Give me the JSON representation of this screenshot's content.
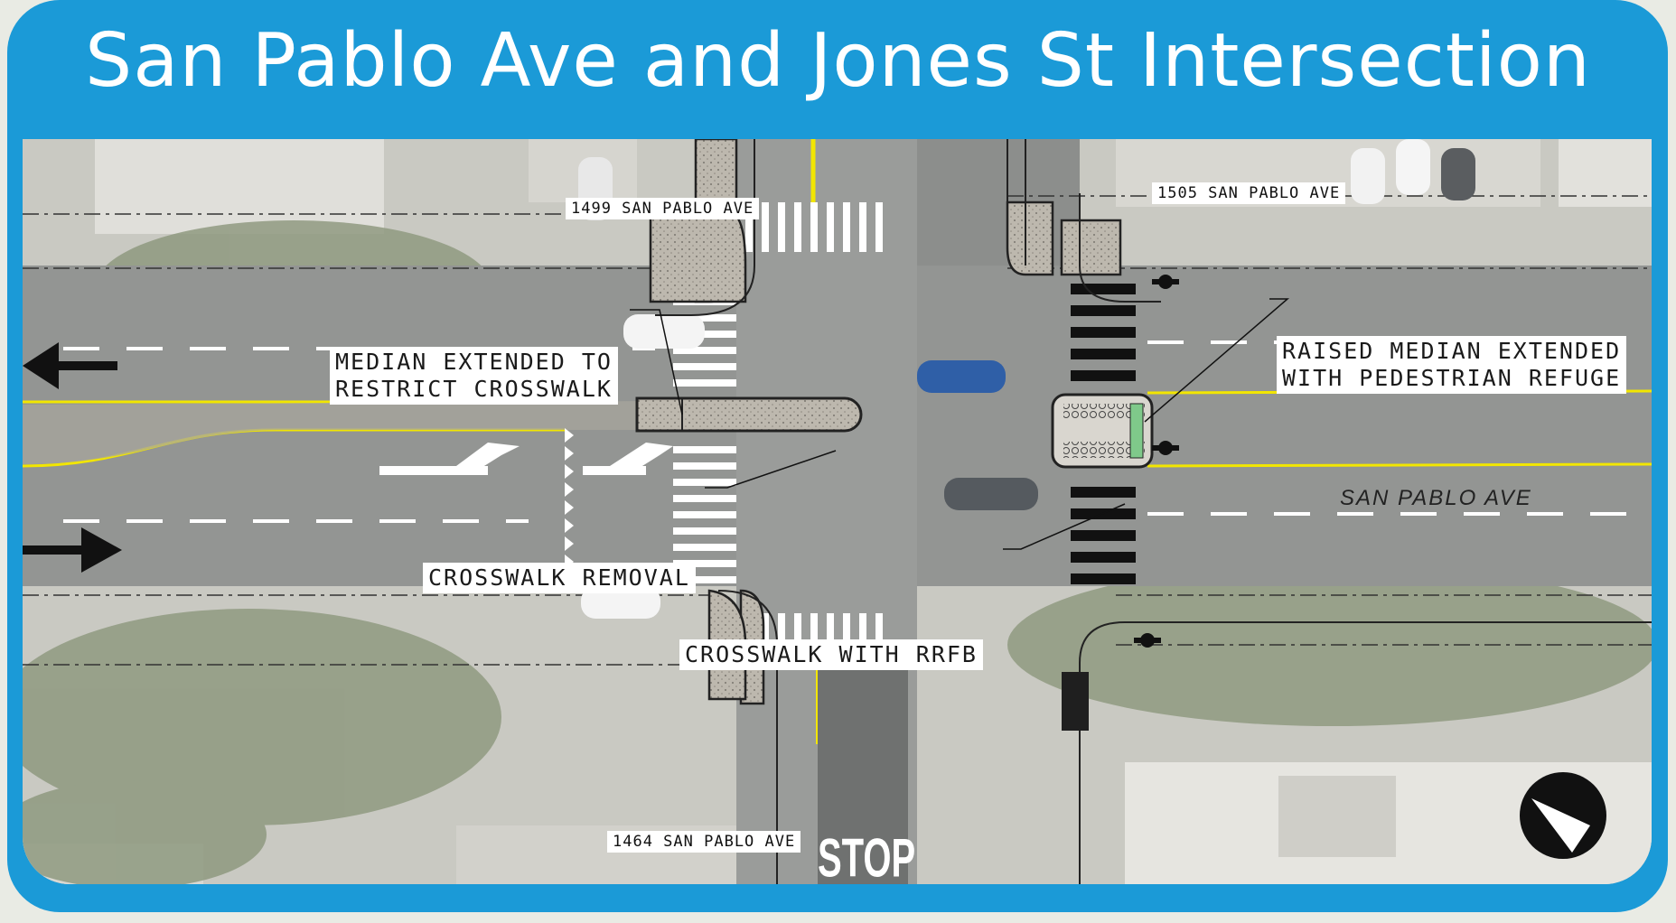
{
  "title": "San Pablo Ave and Jones St Intersection",
  "addresses": {
    "nw": "1499 SAN PABLO AVE",
    "ne": "1505 SAN PABLO AVE",
    "sw": "1464 SAN PABLO AVE"
  },
  "callouts": {
    "median_extended": "MEDIAN EXTENDED TO\nRESTRICT CROSSWALK",
    "raised_median": "RAISED MEDIAN EXTENDED\nWITH PEDESTRIAN REFUGE",
    "crosswalk_removal": "CROSSWALK REMOVAL",
    "crosswalk_rrfb": "CROSSWALK WITH RRFB"
  },
  "street_label": "SAN PABLO AVE",
  "stop_marking": "STOP",
  "colors": {
    "frame": "#1b9ad7",
    "centerline": "#f2e600",
    "road": "#8f9190"
  },
  "icons": [
    "north-arrow-icon",
    "westbound-arrow-icon",
    "eastbound-arrow-icon",
    "rrfb-beacon-icon"
  ]
}
